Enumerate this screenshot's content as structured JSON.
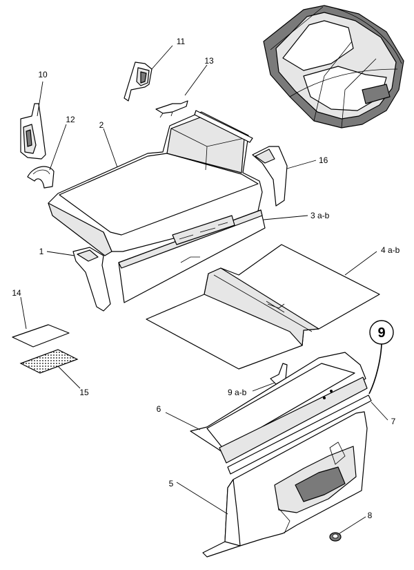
{
  "callouts": {
    "c1": "1",
    "c2": "2",
    "c3": "3 a-b",
    "c4": "4 a-b",
    "c5": "5",
    "c6": "6",
    "c7": "7",
    "c8": "8",
    "c9": "9 a-b",
    "c10": "10",
    "c11": "11",
    "c12": "12",
    "c13": "13",
    "c14": "14",
    "c15": "15",
    "c16": "16",
    "inset_symbol": "9"
  }
}
